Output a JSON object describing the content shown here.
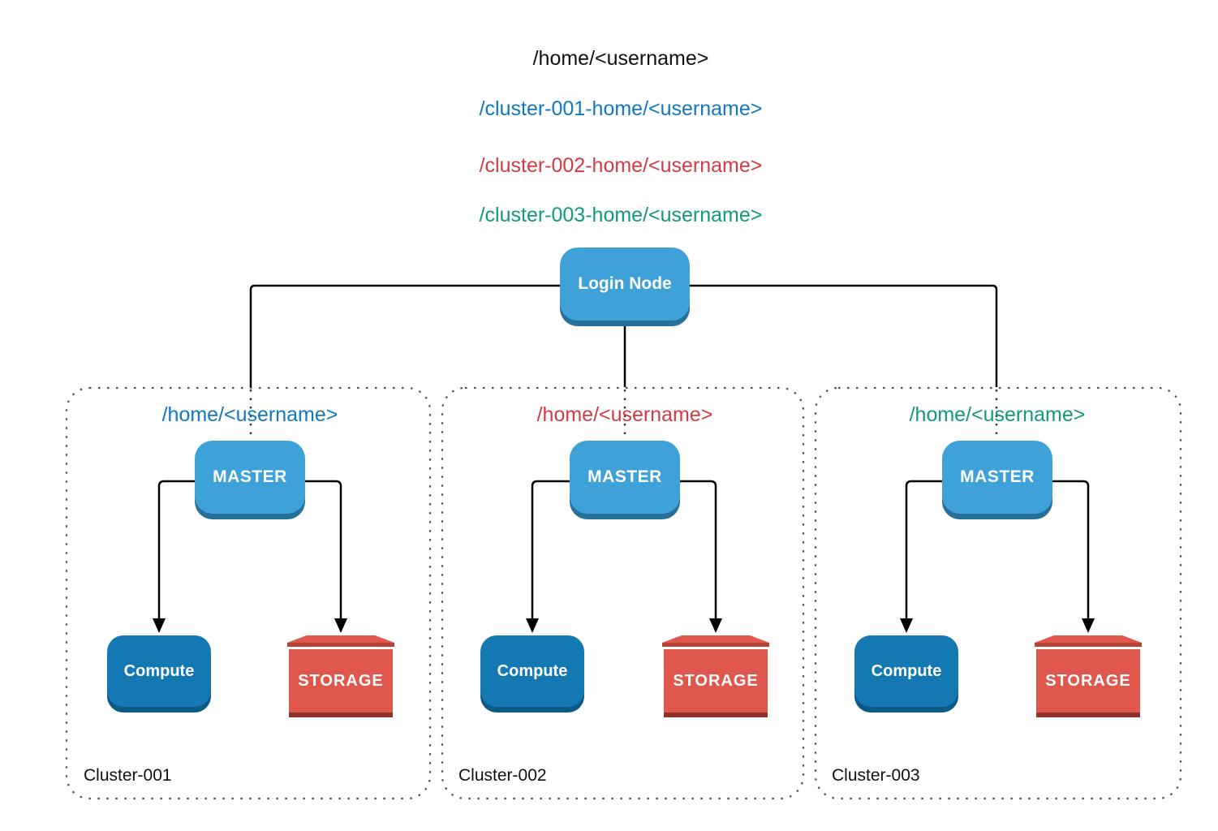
{
  "header": {
    "global_home": "/home/<username>",
    "cluster1_home": "/cluster-001-home/<username>",
    "cluster2_home": "/cluster-002-home/<username>",
    "cluster3_home": "/cluster-003-home/<username>"
  },
  "login_node": {
    "label": "Login Node"
  },
  "clusters": [
    {
      "name": "Cluster-001",
      "home_path": "/home/<username>",
      "accent_color": "#1177c0",
      "master_label": "MASTER",
      "compute_label": "Compute",
      "storage_label": "STORAGE"
    },
    {
      "name": "Cluster-002",
      "home_path": "/home/<username>",
      "accent_color": "#d23b45",
      "master_label": "MASTER",
      "compute_label": "Compute",
      "storage_label": "STORAGE"
    },
    {
      "name": "Cluster-003",
      "home_path": "/home/<username>",
      "accent_color": "#12997d",
      "master_label": "MASTER",
      "compute_label": "Compute",
      "storage_label": "STORAGE"
    }
  ],
  "colors": {
    "path_global": "#111111",
    "path_cluster1": "#1177c0",
    "path_cluster2": "#d23b45",
    "path_cluster3": "#12997d",
    "node_light_blue": "#3ea2d9",
    "node_light_blue_shadow": "#27709a",
    "node_dark_blue": "#1478b3",
    "node_dark_blue_shadow": "#0e5a87",
    "storage_red": "#e0574d",
    "storage_rim": "#b64237",
    "storage_base": "#8e322b",
    "wire": "#000000"
  }
}
